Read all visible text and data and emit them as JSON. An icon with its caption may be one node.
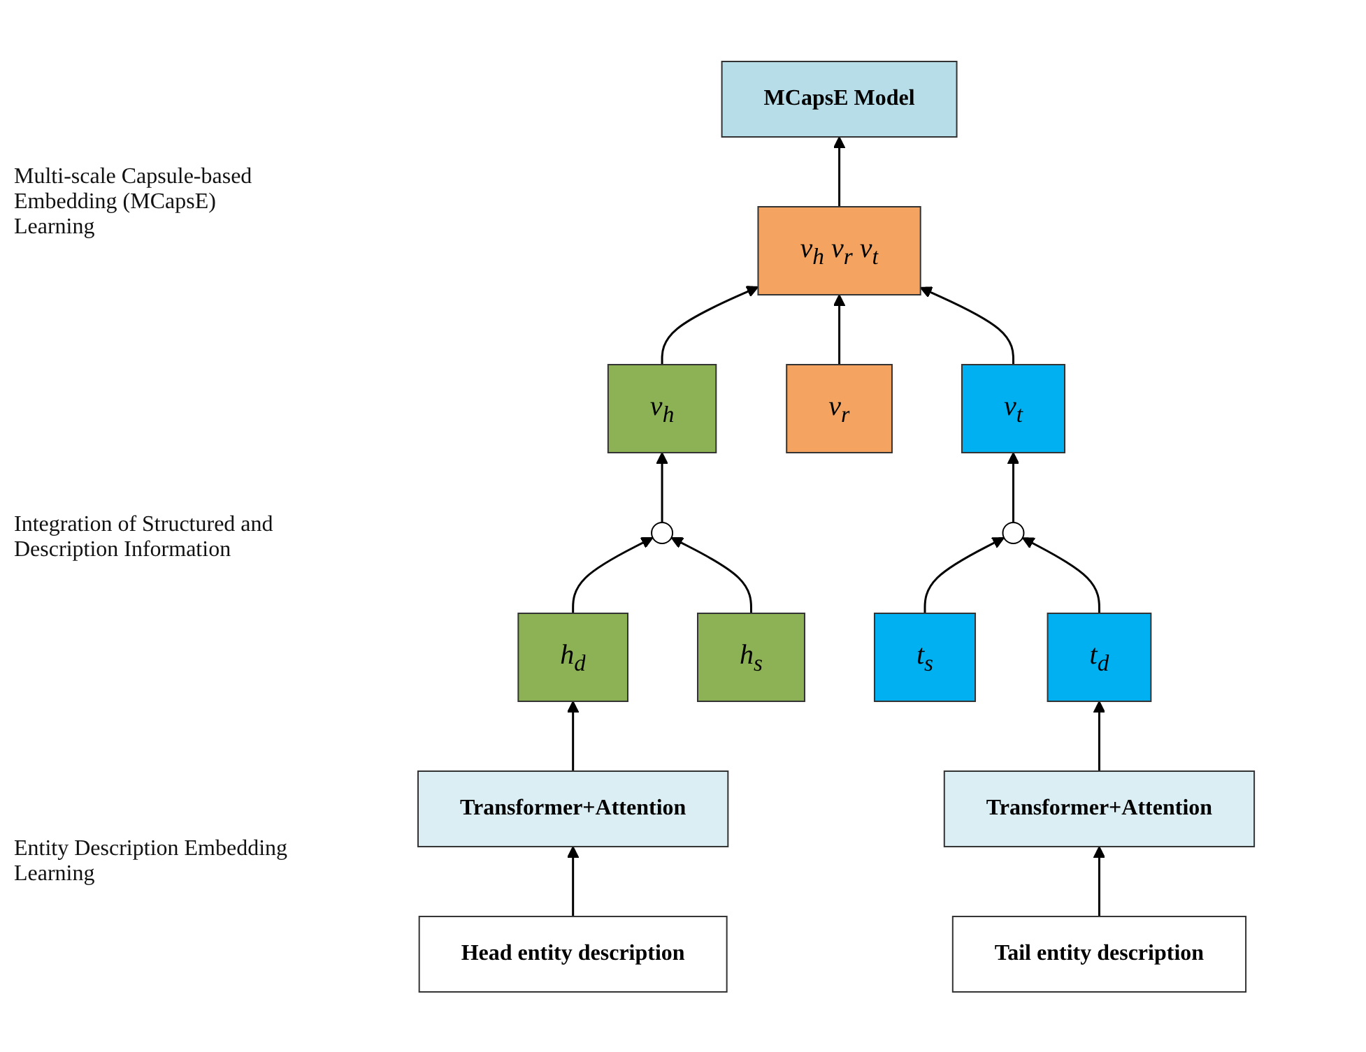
{
  "diagram": {
    "nodes": [
      {
        "text": [
          "v$_{h}$",
          "v$_{r}$",
          "v$_{t}$"
        ]
      },
      {
        "text": [
          "MCapsE Model"
        ]
      },
      {
        "text": [
          "v$_{h}$"
        ]
      },
      {
        "text": [
          "v$_{r}$"
        ]
      },
      {
        "text": [
          "v$_{t}$"
        ]
      },
      {
        "text": [],
        "shape": "circle"
      },
      {
        "text": [],
        "shape": "circle"
      },
      {
        "text": [
          "h$_{d}$"
        ]
      },
      {
        "text": [
          "h$_{s}$"
        ]
      },
      {
        "text": [
          "t$_{s}$"
        ]
      },
      {
        "text": [
          "t$_{d}$"
        ]
      },
      {
        "text": [
          "Transformer+Attention"
        ]
      },
      {
        "text": [
          "Transformer+Attention"
        ]
      },
      {
        "text": [
          "Head entity description"
        ]
      },
      {
        "text": [
          "Tail entity description"
        ]
      }
    ],
    "edges": [
      {
        "from": 0,
        "to": 1,
        "arrow": "to"
      },
      {
        "from": 2,
        "to": 0,
        "arrow": "to"
      },
      {
        "from": 3,
        "to": 0,
        "arrow": "to"
      },
      {
        "from": 4,
        "to": 0,
        "arrow": "to"
      },
      {
        "from": 5,
        "to": 2,
        "arrow": "to"
      },
      {
        "from": 6,
        "to": 4,
        "arrow": "to"
      },
      {
        "from": 7,
        "to": 5,
        "arrow": "to"
      },
      {
        "from": 8,
        "to": 5,
        "arrow": "to"
      },
      {
        "from": 9,
        "to": 6,
        "arrow": "to"
      },
      {
        "from": 10,
        "to": 6,
        "arrow": "to"
      },
      {
        "from": 11,
        "to": 7,
        "arrow": "to"
      },
      {
        "from": 12,
        "to": 10,
        "arrow": "to"
      },
      {
        "from": 13,
        "to": 11,
        "arrow": "to"
      },
      {
        "from": 14,
        "to": 12,
        "arrow": "to"
      }
    ],
    "labels": [
      "Multi-scale Capsule-based Embedding (MCapsE) Learning",
      "Integration of Structured and Description Information",
      "Entity Description Embedding Learning"
    ]
  }
}
